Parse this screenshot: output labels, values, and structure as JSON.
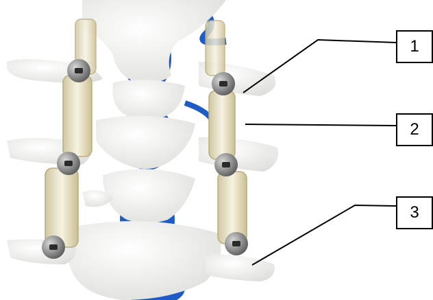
{
  "callouts": [
    {
      "label": "1"
    },
    {
      "label": "2"
    },
    {
      "label": "3"
    }
  ],
  "colors": {
    "bone": "#f4f4f2",
    "disc_blue": "#1e5bc6",
    "rod": "#e8e2c8",
    "screw": "#8a8a8a",
    "line": "#000000"
  },
  "illustration": "lumbar-spine-model-with-dynamic-stabilization-rods-and-pedicle-screws"
}
